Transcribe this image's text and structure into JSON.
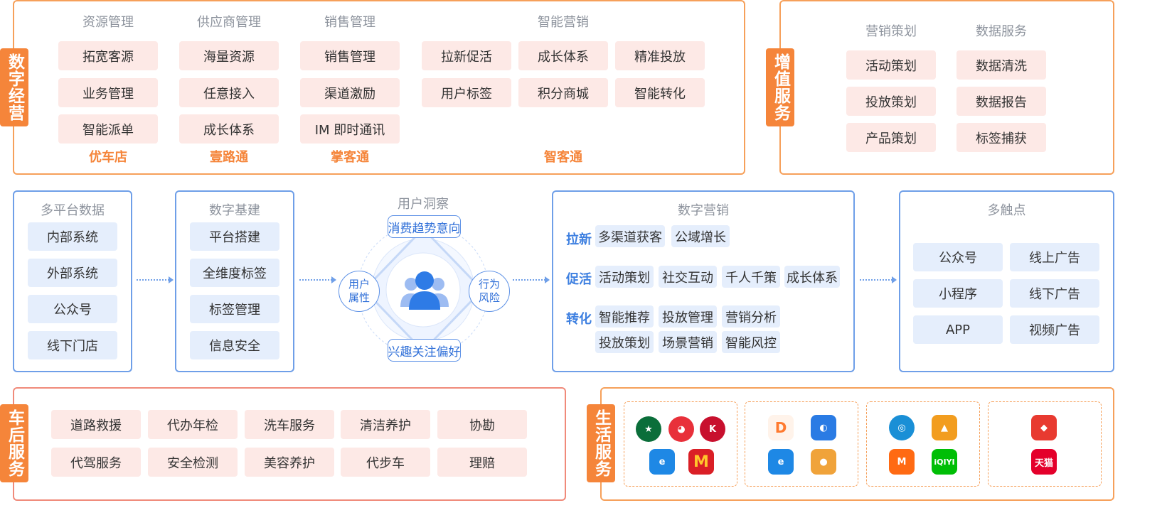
{
  "digital_ops": {
    "tag": "数字经营",
    "columns": [
      {
        "head": "资源管理",
        "items": [
          "拓宽客源",
          "业务管理",
          "智能派单"
        ],
        "brand": "优车店"
      },
      {
        "head": "供应商管理",
        "items": [
          "海量资源",
          "任意接入",
          "成长体系"
        ],
        "brand": "壹路通"
      },
      {
        "head": "销售管理",
        "items": [
          "销售管理",
          "渠道激励",
          "IM 即时通讯"
        ],
        "brand": "掌客通"
      }
    ],
    "marketing": {
      "head": "智能营销",
      "items": [
        "拉新促活",
        "成长体系",
        "精准投放",
        "用户标签",
        "积分商城",
        "智能转化"
      ],
      "brand": "智客通"
    }
  },
  "value_added": {
    "tag": "增值服务",
    "columns": [
      {
        "head": "营销策划",
        "items": [
          "活动策划",
          "投放策划",
          "产品策划"
        ]
      },
      {
        "head": "数据服务",
        "items": [
          "数据清洗",
          "数据报告",
          "标签捕获"
        ]
      }
    ]
  },
  "platform_data": {
    "title": "多平台数据",
    "items": [
      "内部系统",
      "外部系统",
      "公众号",
      "线下门店"
    ]
  },
  "infra": {
    "title": "数字基建",
    "items": [
      "平台搭建",
      "全维度标签",
      "标签管理",
      "信息安全"
    ]
  },
  "insight": {
    "title": "用户洞察",
    "top": "消费趋势意向",
    "bottom": "兴趣关注偏好",
    "left": "用户\n属性",
    "right": "行为\n风险"
  },
  "digital_marketing": {
    "title": "数字营销",
    "rows": [
      {
        "label": "拉新",
        "items": [
          "多渠道获客",
          "公域增长"
        ]
      },
      {
        "label": "促活",
        "items": [
          "活动策划",
          "社交互动",
          "千人千策",
          "成长体系"
        ]
      },
      {
        "label": "转化",
        "items": [
          "智能推荐",
          "投放管理",
          "营销分析"
        ]
      },
      {
        "label": "",
        "items": [
          "投放策划",
          "场景营销",
          "智能风控"
        ]
      }
    ]
  },
  "touchpoints": {
    "title": "多触点",
    "items": [
      "公众号",
      "线上广告",
      "小程序",
      "线下广告",
      "APP",
      "视频广告"
    ]
  },
  "after_sales": {
    "tag": "车后服务",
    "items": [
      "道路救援",
      "代办年检",
      "洗车服务",
      "清洁养护",
      "协勘",
      "代驾服务",
      "安全检测",
      "美容养护",
      "代步车",
      "理赔"
    ]
  },
  "life_services": {
    "tag": "生活服务",
    "groups": [
      [
        {
          "icon": "starbucks-icon",
          "color": "#0b6e3a"
        },
        {
          "icon": "tmall-cat-icon",
          "color": "#e8303a"
        },
        {
          "icon": "kfc-icon",
          "color": "#c8102e"
        },
        {
          "icon": "eleme-icon",
          "color": "#1e88e5"
        },
        {
          "icon": "mcdonalds-icon",
          "color": "#da1f26"
        }
      ],
      [
        {
          "icon": "didi-icon",
          "color": "#ff7a2f"
        },
        {
          "icon": "dolphin-app-icon",
          "color": "#2a7be4"
        },
        {
          "icon": "eleme-round-icon",
          "color": "#1e88e5"
        },
        {
          "icon": "pig-app-icon",
          "color": "#f0a33a"
        }
      ],
      [
        {
          "icon": "china-mobile-icon",
          "color": "#1a8fd6"
        },
        {
          "icon": "tencent-game-icon",
          "color": "#f29d1f"
        },
        {
          "icon": "mango-tv-icon",
          "color": "#ff6a13"
        },
        {
          "icon": "iqiyi-icon",
          "color": "#00be06"
        }
      ],
      [
        {
          "icon": "koi-app-icon",
          "color": "#e83a30"
        },
        {
          "icon": "tmall-icon",
          "color": "#e4002b",
          "text": "天猫"
        }
      ]
    ]
  }
}
